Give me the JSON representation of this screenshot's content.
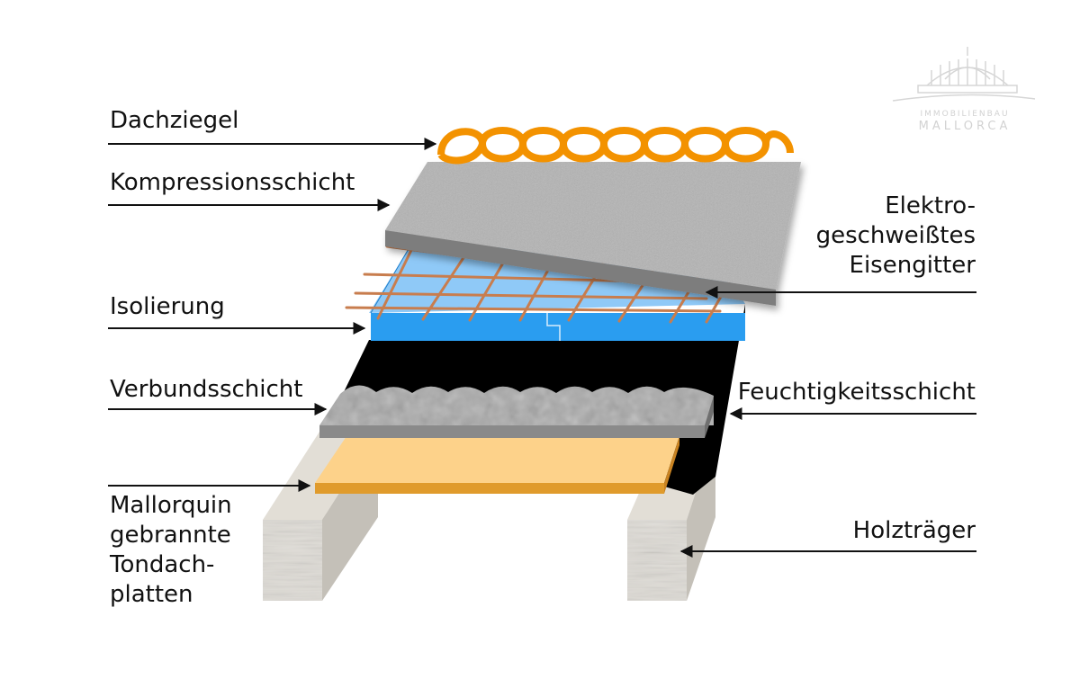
{
  "labels": {
    "dachziegel": "Dachziegel",
    "kompression": "Kompressionsschicht",
    "isolierung": "Isolierung",
    "verbund": "Verbundsschicht",
    "mallorquin": [
      "Mallorquin",
      "gebrannte",
      "Tondach-",
      "platten"
    ],
    "elektro": [
      "Elektro-",
      "geschweißtes",
      "Eisengitter"
    ],
    "feuchtigkeit": "Feuchtigkeitsschicht",
    "holztraeger": "Holzträger"
  },
  "logo": {
    "line1": "IMMOBILIENBAU",
    "line2": "MALLORCA"
  },
  "colors": {
    "tile": "#f39200",
    "compression": "#a9a9a9",
    "insulation": "#2a9df0",
    "mesh": "#c87d4e",
    "moisture": "#000000",
    "bond": "#8f8f8f",
    "clay": "#fdd28a",
    "clay_edge": "#e09b2c",
    "beam": "#d9d6d0"
  }
}
